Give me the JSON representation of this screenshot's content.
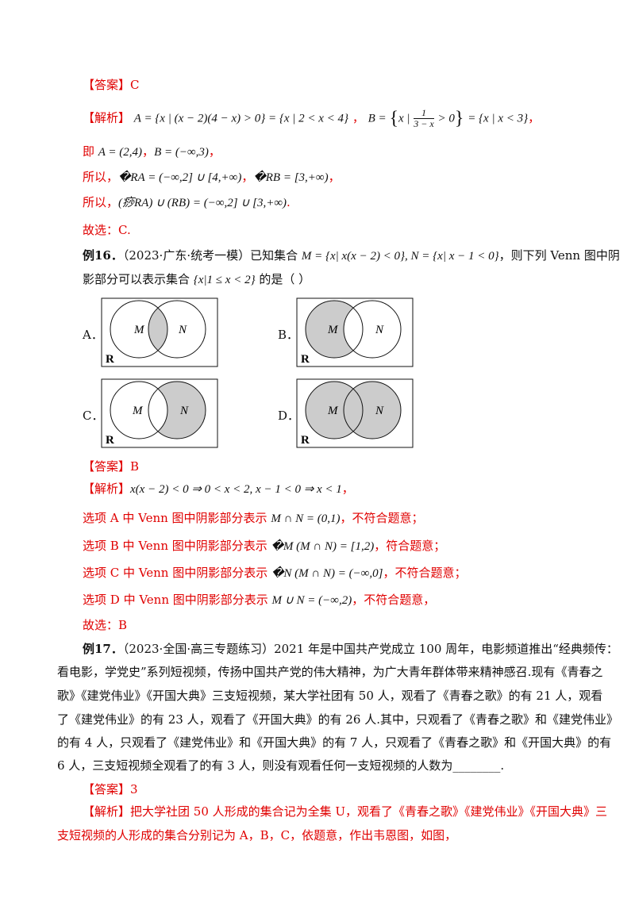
{
  "answer1": {
    "tag": "【答案】",
    "value": "C"
  },
  "analysis1": {
    "tag": "【解析】",
    "l1a": "A = {x | (x − 2)(4 − x) > 0} = {x | 2 < x < 4}",
    "l1b_pre": "B = ",
    "l1b_set_left": "x |",
    "l1b_frac_num": "1",
    "l1b_frac_den": "3 − x",
    "l1b_set_right": "> 0",
    "l1b_post": "= {x | x < 3}",
    "sep": "，",
    "l2_pre": "即 ",
    "l2_math": "A = (2,4)",
    "l2_mid": "，",
    "l2_math2": "B = (−∞,3)",
    "l2_end": "，",
    "l3_pre": "所以，",
    "l3_math": "�RA = (−∞,2] ∪ [4,+∞)",
    "l3_mid": "，",
    "l3_math2": "�RB = [3,+∞)",
    "l3_end": "，",
    "l4_pre": "所以，",
    "l4_math": "(痧RA) ∪ (RB) = (−∞,2] ∪ [3,+∞)",
    "l4_end": ".",
    "conclusion": "故选：C."
  },
  "ex16": {
    "label": "例16．",
    "text1a": "（2023·广东·统考一模）已知集合 ",
    "math1": "M = {x| x(x − 2) < 0}, N = {x| x − 1 < 0}",
    "text1b": "，则下列 Venn 图中阴",
    "text2a": "影部分可以表示集合 ",
    "math2": "{x|1 ≤ x < 2}",
    "text2b": " 的是（     ）",
    "options": [
      {
        "letter": "A．",
        "m": "M",
        "n": "N",
        "r": "R"
      },
      {
        "letter": "B．",
        "m": "M",
        "n": "N",
        "r": "R"
      },
      {
        "letter": "C．",
        "m": "M",
        "n": "N",
        "r": "R"
      },
      {
        "letter": "D．",
        "m": "M",
        "n": "N",
        "r": "R"
      }
    ]
  },
  "answer2": {
    "tag": "【答案】",
    "value": "B"
  },
  "analysis2": {
    "tag": "【解析】",
    "l1": "x(x − 2) < 0 ⇒ 0 < x < 2, x − 1 < 0 ⇒ x < 1",
    "l1_end": "，",
    "a_pre": "选项 A 中 Venn 图中阴影部分表示 ",
    "a_math": "M ∩ N = (0,1)",
    "a_end": "，不符合题意；",
    "b_pre": "选项 B 中 Venn 图中阴影部分表示 ",
    "b_math": "�M (M ∩ N) = [1,2)",
    "b_end": "，符合题意；",
    "c_pre": "选项 C 中 Venn 图中阴影部分表示 ",
    "c_math": "�N (M ∩ N) = (−∞,0]",
    "c_end": "，不符合题意；",
    "d_pre": "选项 D 中 Venn 图中阴影部分表示 ",
    "d_math": "M ∪ N = (−∞,2)",
    "d_end": "，不符合题意，",
    "conclusion": "故选：B"
  },
  "ex17": {
    "label": "例17．",
    "l1": "（2023·全国·高三专题练习）2021 年是中国共产党成立 100 周年，电影频道推出“经典频传：",
    "l2": "看电影，学党史”系列短视频，传扬中国共产党的伟大精神，为广大青年群体带来精神感召.现有《青春之",
    "l3": "歌》《建党伟业》《开国大典》三支短视频，某大学社团有 50 人，观看了《青春之歌》的有 21 人，观看",
    "l4": "了《建党伟业》的有 23 人，观看了《开国大典》的有 26 人.其中，只观看了《青春之歌》和《建党伟业》",
    "l5": "的有 4 人，只观看了《建党伟业》和《开国大典》的有 7 人，只观看了《青春之歌》和《开国大典》的有",
    "l6": "6 人，三支短视频全观看了的有 3 人，则没有观看任何一支短视频的人数为________."
  },
  "answer3": {
    "tag": "【答案】",
    "value": "3"
  },
  "analysis3": {
    "tag": "【解析】",
    "l1": "把大学社团 50 人形成的集合记为全集 U，观看了《青春之歌》《建党伟业》《开国大典》三",
    "l2": "支短视频的人形成的集合分别记为 A，B，C，依题意，作出韦恩图，如图，"
  },
  "colors": {
    "accent_red": "#e00000",
    "shade": "#cccccc"
  }
}
